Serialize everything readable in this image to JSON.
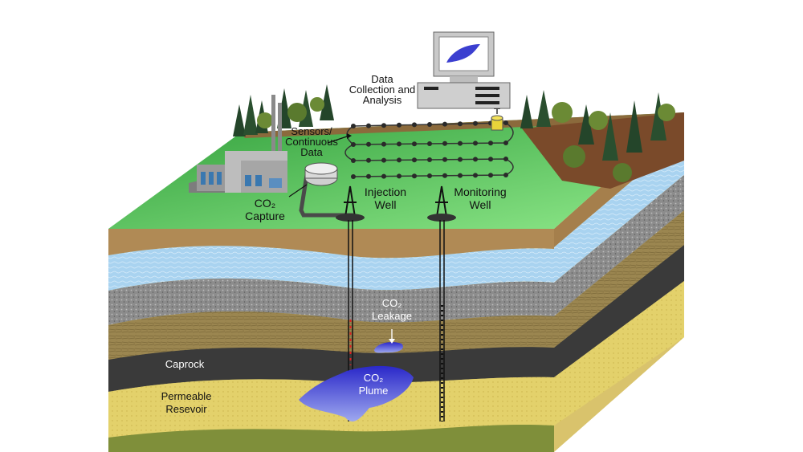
{
  "labels": {
    "data_collection_1": "Data",
    "data_collection_2": "Collection and",
    "data_collection_3": "Analysis",
    "sensors_1": "Sensors/",
    "sensors_2": "Continuous",
    "sensors_3": "Data",
    "co2_capture_1": "CO₂",
    "co2_capture_2": "Capture",
    "injection_1": "Injection",
    "injection_2": "Well",
    "monitoring_1": "Monitoring",
    "monitoring_2": "Well",
    "leakage_1": "CO₂",
    "leakage_2": "Leakage",
    "plume_1": "CO₂",
    "plume_2": "Plume",
    "caprock": "Caprock",
    "reservoir_1": "Permeable",
    "reservoir_2": "Resevoir"
  },
  "colors": {
    "sky": "#ffffff",
    "grass": "#5fd05a",
    "soil": "#b08a55",
    "aquifer": "#a9d4f2",
    "gravel": "#8f8f8f",
    "silt": "#9c8852",
    "caprock": "#3a3a3a",
    "reservoir": "#e6d36a",
    "plume": "#3e3fd0",
    "forest": "#2f5a2a"
  }
}
